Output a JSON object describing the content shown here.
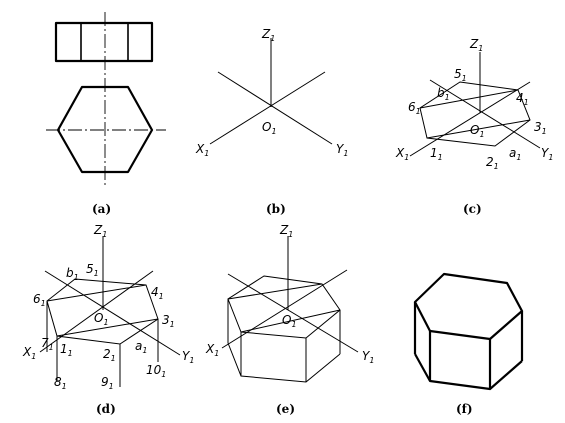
{
  "captions": {
    "a": "(a)",
    "b": "(b)",
    "c": "(c)",
    "d": "(d)",
    "e": "(e)",
    "f": "(f)"
  },
  "axes": {
    "x": "X",
    "y": "Y",
    "z": "Z",
    "o": "O",
    "sub": "1"
  },
  "points": {
    "p1": "1",
    "p2": "2",
    "p3": "3",
    "p4": "4",
    "p5": "5",
    "p6": "6",
    "p7": "7",
    "p8": "8",
    "p9": "9",
    "p10": "10",
    "a": "a",
    "b": "b"
  }
}
